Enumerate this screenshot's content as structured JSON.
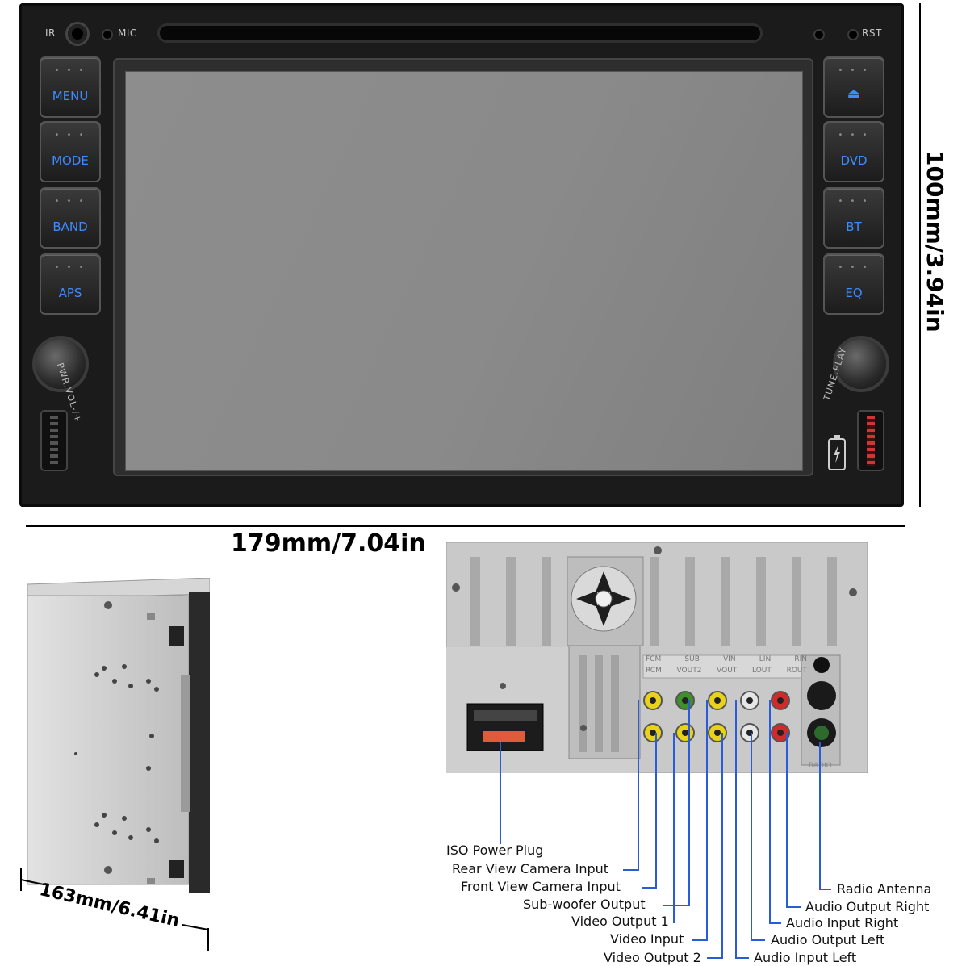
{
  "front_panel": {
    "top_labels": {
      "ir": "IR",
      "mic": "MIC",
      "rst": "RST"
    },
    "left_buttons": [
      "MENU",
      "MODE",
      "BAND",
      "APS"
    ],
    "right_buttons": [
      "eject-icon",
      "DVD",
      "BT",
      "EQ"
    ],
    "eject_glyph": "⏏",
    "led_dots": "• • •",
    "left_knob_label": "PWR.VOL-/+",
    "right_knob_label": "TUNE.PLAY",
    "accent_color": "#3d8cff"
  },
  "dimensions": {
    "height": "100mm/3.94in",
    "width": "179mm/7.04in",
    "depth": "163mm/6.41in"
  },
  "rear_panel": {
    "jack_labels_top": [
      "FCM",
      "SUB",
      "VIN",
      "LIN",
      "RIN"
    ],
    "jack_labels_bottom": [
      "RCM",
      "VOUT2",
      "VOUT",
      "LOUT",
      "ROUT"
    ],
    "antenna_label": "RADIO"
  },
  "callouts_left": [
    "ISO Power Plug",
    "Rear View Camera Input",
    "Front View Camera Input",
    "Sub-woofer Output",
    "Video Output 1",
    "Video Input",
    "Video Output 2"
  ],
  "callouts_right": [
    "Radio Antenna",
    "Audio Output Right",
    "Audio Input Right",
    "Audio Output Left",
    "Audio Input Left"
  ],
  "connector_colors": {
    "yellow": "#e8d21a",
    "green": "#3f8f2a",
    "white": "#e6e6e6",
    "red": "#d12a2a",
    "line_blue": "#2a5bd8"
  }
}
